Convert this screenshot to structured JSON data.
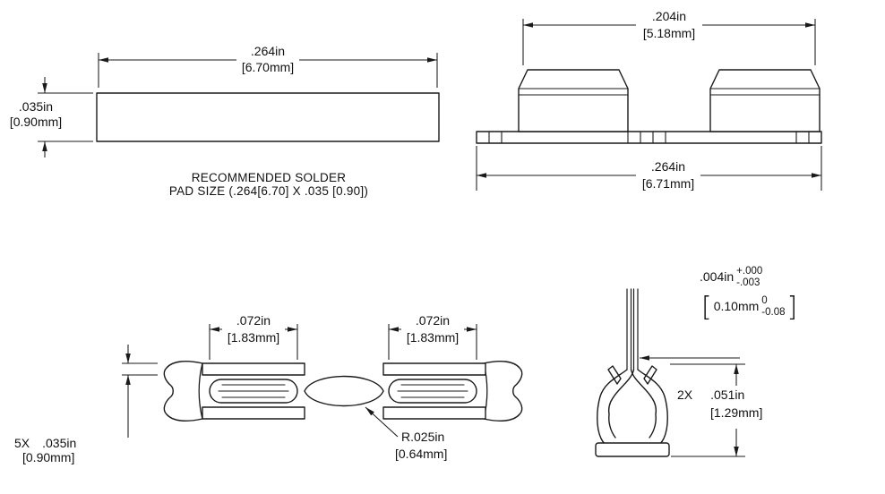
{
  "views": {
    "pad_side": {
      "width_in": ".264in",
      "width_mm": "[6.70mm]",
      "height_in": ".035in",
      "height_mm": "[0.90mm]",
      "note_line1": "RECOMMENDED SOLDER",
      "note_line2": "PAD SIZE (.264[6.70] X .035 [0.90])"
    },
    "front_view": {
      "clip_span_in": ".204in",
      "clip_span_mm": "[5.18mm]",
      "overall_in": ".264in",
      "overall_mm": "[6.71mm]"
    },
    "top_view": {
      "contact_left_in": ".072in",
      "contact_left_mm": "[1.83mm]",
      "contact_right_in": ".072in",
      "contact_right_mm": "[1.83mm]",
      "thickness_qty": "5X",
      "thickness_in": ".035in",
      "thickness_mm": "[0.90mm]",
      "radius_in": "R.025in",
      "radius_mm": "[0.64mm]"
    },
    "side_view": {
      "gap_in": ".004in",
      "gap_tol_plus": "+.000",
      "gap_tol_minus": "-.003",
      "gap_bracket_open": "[",
      "gap_mm": "0.10mm",
      "gap_mm_tol_plus": "0",
      "gap_mm_tol_minus": "-0.08",
      "gap_bracket_close": "]",
      "height_qty": "2X",
      "height_in": ".051in",
      "height_mm": "[1.29mm]"
    }
  }
}
